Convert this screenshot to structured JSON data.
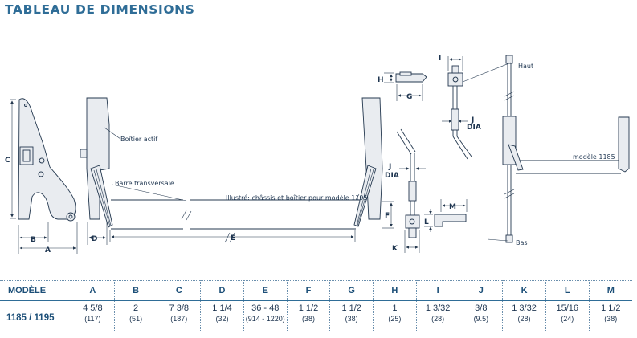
{
  "title": "TABLEAU DE DIMENSIONS",
  "diagram": {
    "labels": {
      "boitier": "Boîtier actif",
      "barre": "Barre transversale",
      "illustre": "Illustré: châssis et boîtier pour modèle 1195",
      "haut": "Haut",
      "bas": "Bas",
      "modele1185": "modèle 1185",
      "dia": "DIA"
    },
    "dim_letters": {
      "A": "A",
      "B": "B",
      "C": "C",
      "D": "D",
      "E": "E",
      "F": "F",
      "G": "G",
      "H": "H",
      "I": "I",
      "J": "J",
      "K": "K",
      "L": "L",
      "M": "M"
    }
  },
  "table": {
    "header_label": "MODÈLE",
    "columns": [
      "A",
      "B",
      "C",
      "D",
      "E",
      "F",
      "G",
      "H",
      "I",
      "J",
      "K",
      "L",
      "M"
    ],
    "row": {
      "model": "1185 / 1195",
      "cells": [
        {
          "in": "4 5/8",
          "mm": "(117)"
        },
        {
          "in": "2",
          "mm": "(51)"
        },
        {
          "in": "7 3/8",
          "mm": "(187)"
        },
        {
          "in": "1 1/4",
          "mm": "(32)"
        },
        {
          "in": "36 - 48",
          "mm": "(914 - 1220)"
        },
        {
          "in": "1 1/2",
          "mm": "(38)"
        },
        {
          "in": "1 1/2",
          "mm": "(38)"
        },
        {
          "in": "1",
          "mm": "(25)"
        },
        {
          "in": "1 3/32",
          "mm": "(28)"
        },
        {
          "in": "3/8",
          "mm": "(9.5)"
        },
        {
          "in": "1 3/32",
          "mm": "(28)"
        },
        {
          "in": "15/16",
          "mm": "(24)"
        },
        {
          "in": "1 1/2",
          "mm": "(38)"
        }
      ]
    }
  }
}
